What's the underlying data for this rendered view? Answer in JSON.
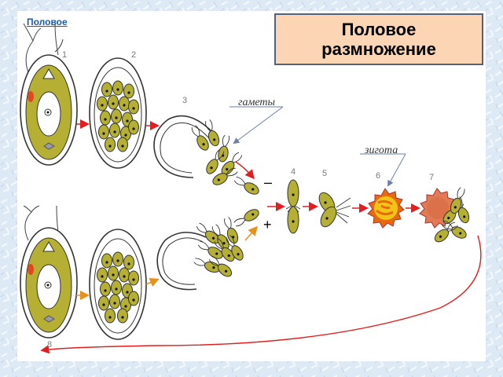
{
  "title": "Половое\nразмножение",
  "heading": "Половое",
  "captions": {
    "gametes": "гаметы",
    "zygote": "зигота"
  },
  "signs": {
    "minus": "–",
    "plus": "+"
  },
  "stage_numbers": [
    "1",
    "2",
    "3",
    "4",
    "5",
    "6",
    "7",
    "8"
  ],
  "colors": {
    "background": "#dde9f5",
    "cell_fill": "#b5b034",
    "cell_outline": "#333333",
    "title_fill": "#fcd5b5",
    "title_border": "#4f6381",
    "arrow_red": "#e02020",
    "zygote_outer": "#e86a10",
    "zygote_inner": "#f2c418",
    "mature_zygote": "#e27a55"
  }
}
